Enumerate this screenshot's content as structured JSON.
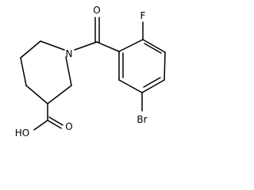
{
  "molecule": {
    "atoms": {
      "ring_nitrogen": "N",
      "carbonyl_oxygen": "O",
      "fluorine": "F",
      "bromine": "Br",
      "acid_oxygen": "O",
      "hydroxyl": "HO"
    }
  }
}
